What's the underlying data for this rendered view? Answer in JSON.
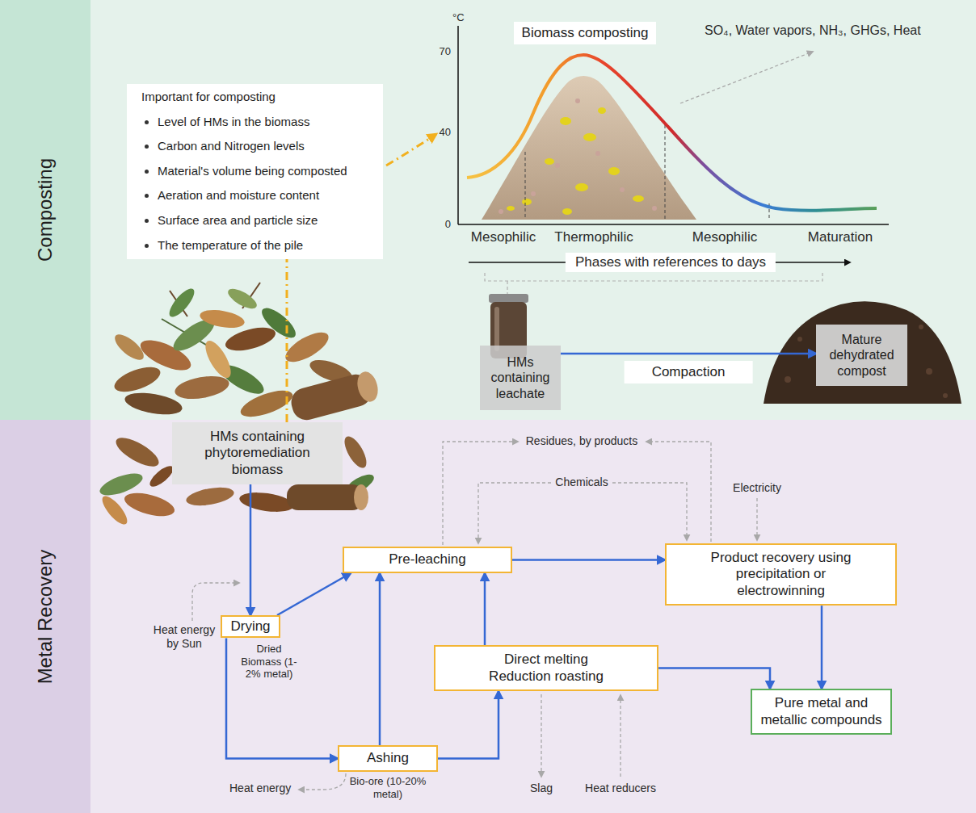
{
  "diagram": {
    "nodes": [
      {
        "text": [
          "Composting"
        ]
      },
      {
        "text": [
          "Important for composting",
          "Level of HMs in the biomass",
          "Carbon and Nitrogen levels",
          "Material's volume being composted",
          "Aeration and moisture content",
          "Surface area and particle size",
          "The temperature of the pile"
        ],
        "in": 0
      },
      {
        "text": [
          "Biomass composting"
        ],
        "in": 0
      },
      {
        "text": [
          "HMs containing leachate"
        ],
        "in": 0
      },
      {
        "text": [
          "Mature dehydrated compost"
        ],
        "in": 0
      },
      {
        "text": [
          "Metal Recovery"
        ]
      },
      {
        "text": [
          "HMs containing phytoremediation biomass"
        ],
        "in": 5
      },
      {
        "text": [
          "Pre-leaching"
        ],
        "in": 5
      },
      {
        "text": [
          "Product recovery using precipitation or electrowinning"
        ],
        "in": 5
      },
      {
        "text": [
          "Drying"
        ],
        "in": 5
      },
      {
        "text": [
          "Direct melting Reduction roasting"
        ],
        "in": 5
      },
      {
        "text": [
          "Pure metal and metallic compounds"
        ],
        "in": 5
      },
      {
        "text": [
          "Ashing"
        ],
        "in": 5
      }
    ],
    "edges": [
      {
        "from": 6,
        "to": 1,
        "arrow": "none"
      },
      {
        "from": 3,
        "to": 4,
        "arrow": "to",
        "label": "Compaction"
      },
      {
        "from": 6,
        "to": 9,
        "arrow": "to"
      },
      {
        "from": 9,
        "to": 7,
        "arrow": "to"
      },
      {
        "from": 9,
        "to": 12,
        "arrow": "to"
      },
      {
        "from": 12,
        "to": 7,
        "arrow": "to"
      },
      {
        "from": 12,
        "to": 10,
        "arrow": "to"
      },
      {
        "from": 10,
        "to": 7,
        "arrow": "to"
      },
      {
        "from": 7,
        "to": 8,
        "arrow": "to"
      },
      {
        "from": 10,
        "to": 11,
        "arrow": "to"
      },
      {
        "from": 8,
        "to": 11,
        "arrow": "to"
      }
    ],
    "labels": [
      "°C",
      "70",
      "40",
      "0",
      "SO₄, Water vapors, NH₃, GHGs, Heat",
      "Mesophilic",
      "Thermophilic",
      "Mesophilic",
      "Maturation",
      "Phases with references to days",
      "Residues, by products",
      "Chemicals",
      "Electricity",
      "Heat energy by Sun",
      "Dried Biomass (1-2% metal)",
      "Heat energy",
      "Bio-ore (10-20% metal)",
      "Slag",
      "Heat reducers"
    ]
  }
}
